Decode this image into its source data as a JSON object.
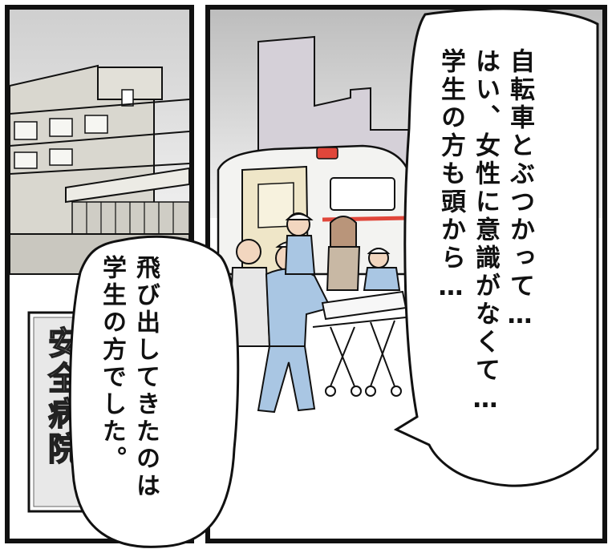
{
  "panels": [
    {
      "id": "left",
      "sign_text": "安全病院"
    },
    {
      "id": "right",
      "speech_bubbles": [
        "自転車とぶつかって…\nはい、女性に意識がなくて…\n学生の方も頭から…",
        "飛び出してきたのは\n学生の方でした。"
      ]
    }
  ],
  "colors": {
    "ink": "#111111",
    "uniform_blue": "#a9c6e3",
    "sky": "#e9e9e9",
    "ambulance_red": "#e0463a",
    "building": "#d8d6cf"
  }
}
